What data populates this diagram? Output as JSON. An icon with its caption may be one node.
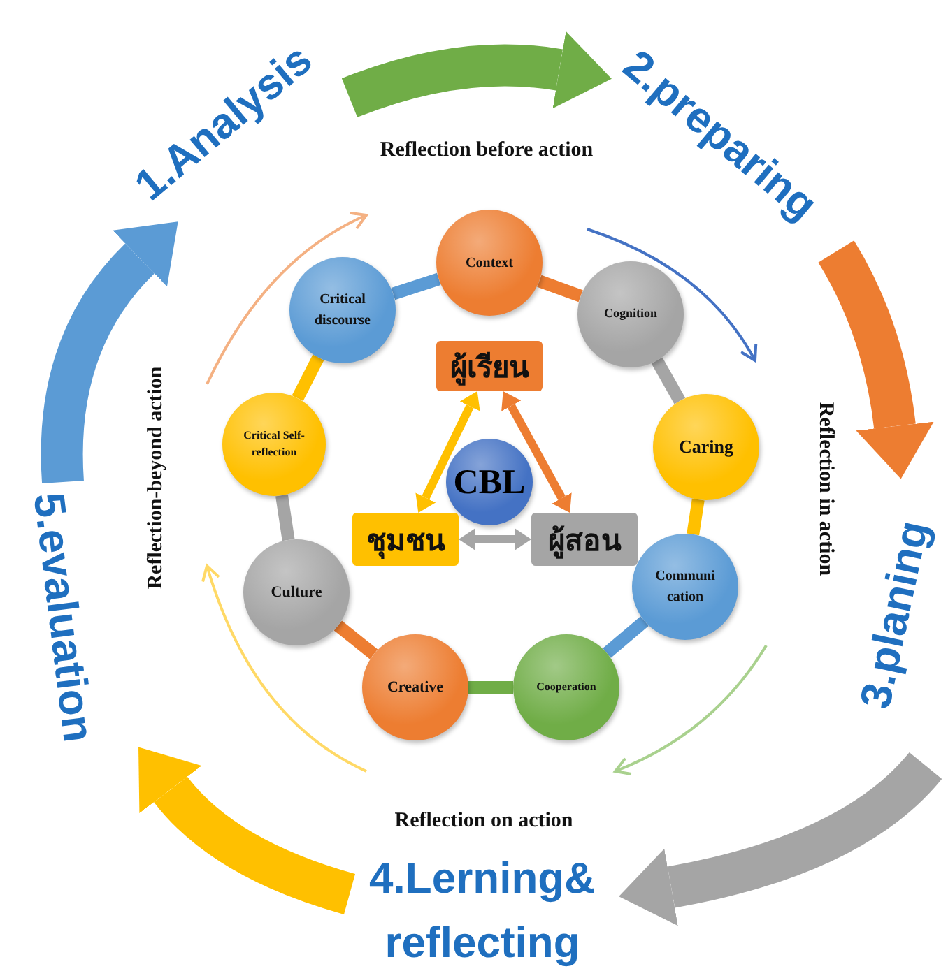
{
  "diagram": {
    "nodes": [
      {
        "text": [
          "1.Analysis"
        ]
      },
      {
        "text": [
          "2.preparing"
        ]
      },
      {
        "text": [
          "3.planing"
        ]
      },
      {
        "text": [
          "4.Lerning& reflecting"
        ]
      },
      {
        "text": [
          "5.evaluation"
        ]
      },
      {
        "text": [
          "Context"
        ]
      },
      {
        "text": [
          "Cognition"
        ]
      },
      {
        "text": [
          "Caring"
        ]
      },
      {
        "text": [
          "Communi cation"
        ]
      },
      {
        "text": [
          "Cooperation"
        ]
      },
      {
        "text": [
          "Creative"
        ]
      },
      {
        "text": [
          "Culture"
        ]
      },
      {
        "text": [
          "Critical Self-reflection"
        ]
      },
      {
        "text": [
          "Critical discourse"
        ]
      },
      {
        "text": [
          "CBL"
        ]
      },
      {
        "text": [
          "ผู้เรียน"
        ]
      },
      {
        "text": [
          "ชุมชน"
        ]
      },
      {
        "text": [
          "ผู้สอน"
        ]
      }
    ],
    "edges": [
      {
        "from": 0,
        "to": 1,
        "arrow": "to",
        "style": "thick",
        "color": "#70ad47"
      },
      {
        "from": 1,
        "to": 2,
        "arrow": "to",
        "style": "thick",
        "color": "#ed7d31"
      },
      {
        "from": 2,
        "to": 3,
        "arrow": "to",
        "style": "thick",
        "color": "#a5a5a5"
      },
      {
        "from": 3,
        "to": 4,
        "arrow": "to",
        "style": "thick",
        "color": "#ffc000"
      },
      {
        "from": 4,
        "to": 0,
        "arrow": "to",
        "style": "thick",
        "color": "#5b9bd5"
      },
      {
        "from": 5,
        "to": 6,
        "arrow": "none",
        "color": "#ed7d31"
      },
      {
        "from": 6,
        "to": 7,
        "arrow": "none",
        "color": "#a5a5a5"
      },
      {
        "from": 7,
        "to": 8,
        "arrow": "none",
        "color": "#ffc000"
      },
      {
        "from": 8,
        "to": 9,
        "arrow": "none",
        "color": "#5b9bd5"
      },
      {
        "from": 9,
        "to": 10,
        "arrow": "none",
        "color": "#70ad47"
      },
      {
        "from": 10,
        "to": 11,
        "arrow": "none",
        "color": "#ed7d31"
      },
      {
        "from": 11,
        "to": 12,
        "arrow": "none",
        "color": "#a5a5a5"
      },
      {
        "from": 12,
        "to": 13,
        "arrow": "none",
        "color": "#ffc000"
      },
      {
        "from": 13,
        "to": 5,
        "arrow": "none",
        "color": "#5b9bd5"
      },
      {
        "from": 16,
        "to": 15,
        "arrow": "both",
        "color": "#ffc000"
      },
      {
        "from": 15,
        "to": 17,
        "arrow": "both",
        "color": "#ed7d31"
      },
      {
        "from": 16,
        "to": 17,
        "arrow": "both",
        "color": "#a5a5a5"
      }
    ],
    "labels": [
      "Reflection before action",
      "Reflection in action",
      "Reflection on action",
      "Reflection-beyond action"
    ]
  }
}
